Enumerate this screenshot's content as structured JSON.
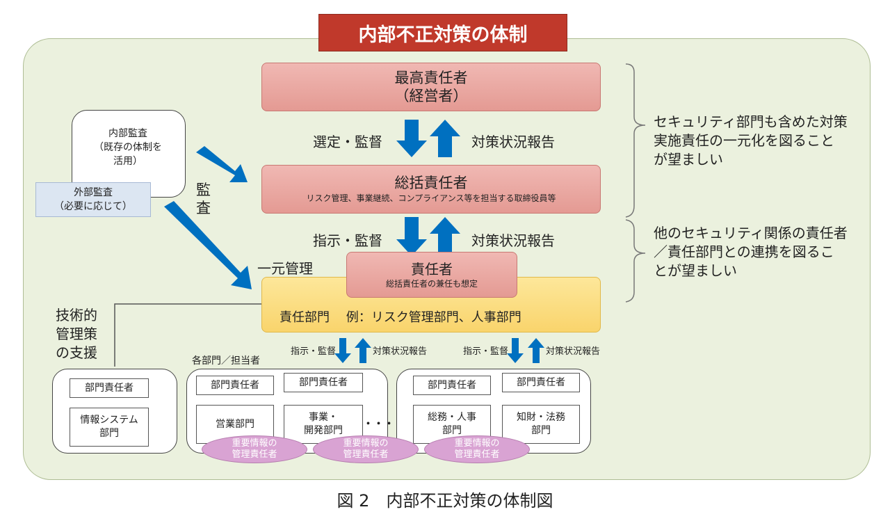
{
  "title": "内部不正対策の体制",
  "caption": "図 2　内部不正対策の体制図",
  "top_exec": {
    "line1": "最高責任者",
    "line2": "（経営者）"
  },
  "general_mgr": {
    "title": "総括責任者",
    "sub": "リスク管理、事業継続、コンプライアンス等を担当する取締役員等"
  },
  "responsible": {
    "title": "責任者",
    "sub": "総括責任者の兼任も想定"
  },
  "dept": {
    "text": "責任部門　 例：リスク管理部門、人事部門"
  },
  "arrows": {
    "select_audit": "選定・監督",
    "report1": "対策状況報告",
    "instruct_audit": "指示・監督",
    "report2": "対策状況報告",
    "instruct_small": "指示・監督",
    "report_small": "対策状況報告"
  },
  "internal_audit": {
    "line1": "内部監査",
    "line2": "（既存の体制を",
    "line3": "活用）"
  },
  "external_audit": {
    "line1": "外部監査",
    "line2": "（必要に応じて）"
  },
  "audit_vertical": {
    "c1": "監",
    "c2": "査"
  },
  "unified": "一元管理",
  "tech_support": {
    "line1": "技術的",
    "line2": "管理策",
    "line3": "の支援"
  },
  "each_dept": "各部門／担当者",
  "notes": {
    "note1": [
      "セキュリティ部門も含めた対策",
      "実施責任の一元化を図ること",
      "が望ましい"
    ],
    "note2": [
      "他のセキュリティ関係の責任者",
      "／責任部門との連携を図るこ",
      "とが望ましい"
    ]
  },
  "groups": {
    "dept_head": "部門責任者",
    "is_dept": [
      "情報システム",
      "部門"
    ],
    "sales": "営業部門",
    "biz_dev": [
      "事業・",
      "開発部門"
    ],
    "general_hr": [
      "総務・人事",
      "部門"
    ],
    "ip_legal": [
      "知財・法務",
      "部門"
    ],
    "ellipsis": "・・・",
    "info_mgr": [
      "重要情報の",
      "管理責任者"
    ]
  },
  "colors": {
    "accent_red": "#c0392b",
    "arrow_blue": "#0070c0",
    "panel": "#ebf1de"
  }
}
